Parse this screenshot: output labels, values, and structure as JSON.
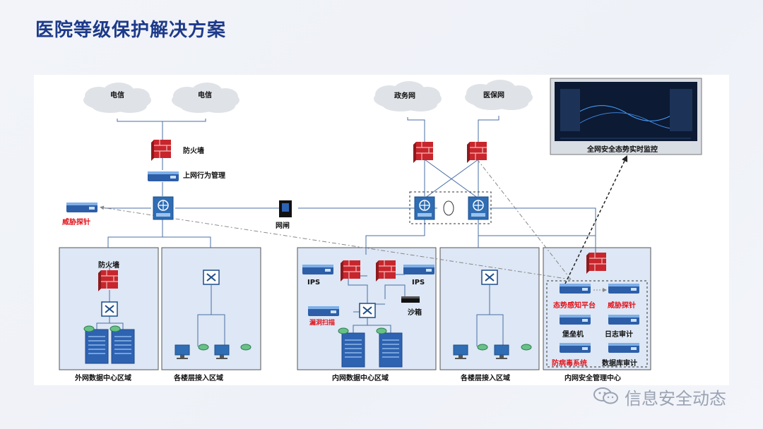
{
  "page": {
    "title": "医院等级保护解决方案"
  },
  "clouds": {
    "telecom_1": "电信",
    "telecom_2": "电信",
    "gov_net": "政务网",
    "medical_insurance_net": "医保网"
  },
  "devices": {
    "firewall_top": "防火墙",
    "behavior_mgmt": "上网行为管理",
    "threat_probe_left": "威胁探针",
    "gateway": "网闸",
    "firewall_zone": "防火墙",
    "ips_left": "IPS",
    "ips_right": "IPS",
    "sandbox": "沙箱",
    "vuln_scan": "漏洞扫描",
    "situation_platform": "态势感知平台",
    "threat_probe_right": "威胁探针",
    "bastion": "堡垒机",
    "log_audit": "日志审计",
    "antivirus": "防病毒系统",
    "db_audit": "数据库审计"
  },
  "monitor": {
    "label": "全网安全态势实时监控"
  },
  "zones": {
    "external_dc": "外网数据中心区域",
    "floors_access_1": "各楼层接入区域",
    "internal_dc": "内网数据中心区域",
    "floors_access_2": "各楼层接入区域",
    "security_center": "内网安全管理中心"
  },
  "watermark": {
    "text": "信息安全动态"
  },
  "colors": {
    "title": "#1d3a8a",
    "zone_fill": "#dde7f5",
    "firewall": "#c8262c",
    "alert_text": "#e0141c"
  }
}
